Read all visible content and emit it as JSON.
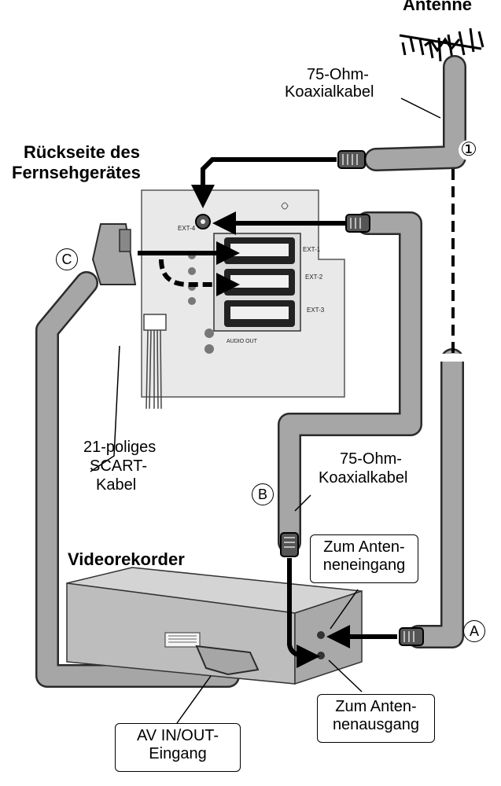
{
  "labels": {
    "antenne": "Antenne",
    "koax_top_1": "75-Ohm-",
    "koax_top_2": "Koaxialkabel",
    "rueckseite_1": "Rückseite des",
    "rueckseite_2": "Fernsehgerätes",
    "scart_1": "21-poliges",
    "scart_2": "SCART-",
    "scart_3": "Kabel",
    "koax_mid_1": "75-Ohm-",
    "koax_mid_2": "Koaxialkabel",
    "videorekorder": "Videorekorder",
    "zum_antenneneingang_1": "Zum Anten-",
    "zum_antenneneingang_2": "neneingang",
    "zum_antennenausgang_1": "Zum Anten-",
    "zum_antennenausgang_2": "nenausgang",
    "av_1": "AV IN/OUT-",
    "av_2": "Eingang"
  },
  "markers": {
    "one": "①",
    "A": "A",
    "B": "B",
    "C": "C"
  },
  "panel": {
    "ext1": "EXT-1",
    "ext2": "EXT-2",
    "ext3": "EXT-3",
    "ext4": "EXT-4",
    "audio_out": "AUDIO OUT"
  },
  "colors": {
    "cable_fill": "#a6a6a6",
    "cable_outline": "#2b2b2b",
    "panel_fill": "#e9e9e9",
    "vcr_top": "#d4d4d4",
    "vcr_front": "#bdbdbd",
    "vcr_side": "#a9a9a9",
    "arrow": "#000000"
  }
}
